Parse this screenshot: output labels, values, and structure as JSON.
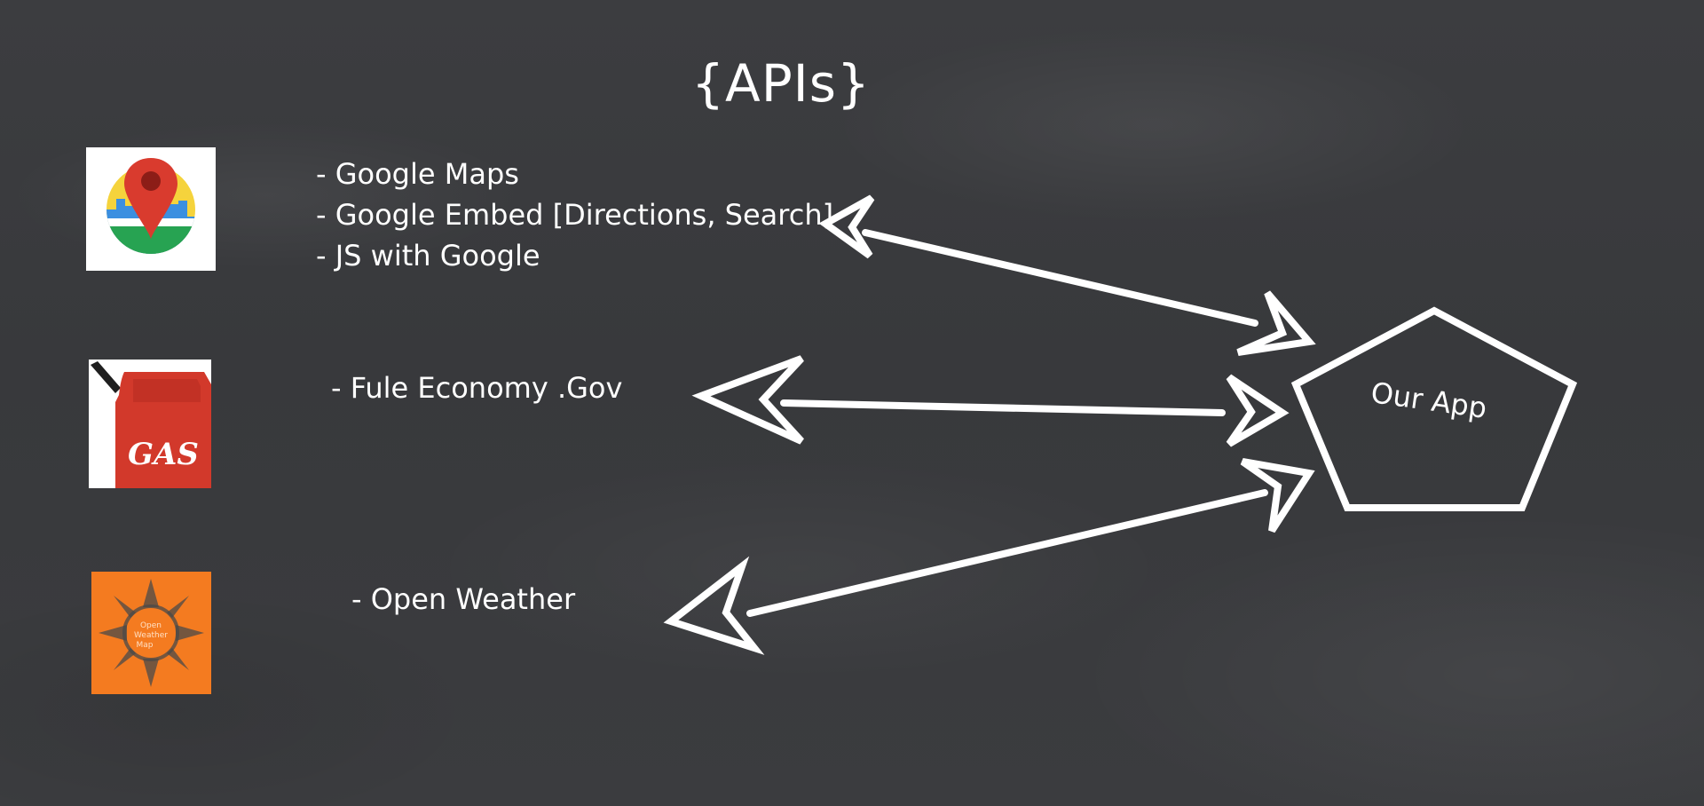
{
  "slide": {
    "title": "{APIs}",
    "background_color": "#3a3b3e",
    "text_color": "#ffffff"
  },
  "apis": [
    {
      "icon": "google-maps-pin-icon",
      "lines": [
        "- Google Maps",
        "- Google Embed [Directions, Search]",
        "- JS with Google"
      ]
    },
    {
      "icon": "gas-can-icon",
      "icon_text": "GAS",
      "lines": [
        "- Fule Economy .Gov"
      ]
    },
    {
      "icon": "open-weather-map-icon",
      "icon_text": "Open Weather Map",
      "lines": [
        "- Open Weather"
      ]
    }
  ],
  "app": {
    "label": "Our App",
    "shape": "pentagon"
  },
  "connections": [
    {
      "from": "Google Maps",
      "to": "Our App",
      "type": "bidirectional-arrow"
    },
    {
      "from": "Fule Economy .Gov",
      "to": "Our App",
      "type": "bidirectional-arrow"
    },
    {
      "from": "Open Weather",
      "to": "Our App",
      "type": "bidirectional-arrow"
    }
  ]
}
